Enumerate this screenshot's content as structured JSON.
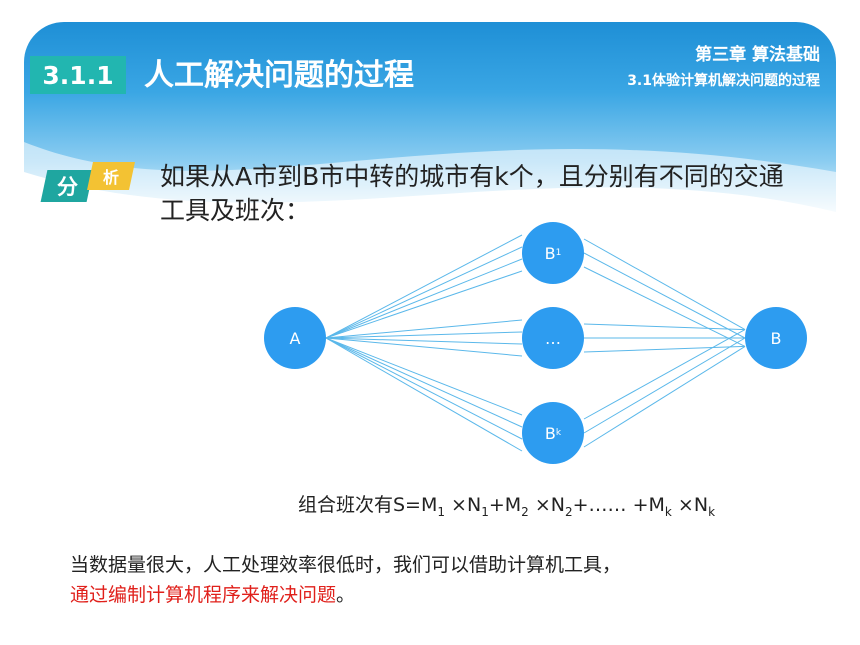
{
  "header": {
    "section_number": "3.1.1",
    "section_title": "人工解决问题的过程",
    "chapter": "第三章  算法基础",
    "subsection": "3.1体验计算机解决问题的过程"
  },
  "badge": {
    "part1": "分",
    "part2": "析"
  },
  "intro_text": "如果从A市到B市中转的城市有k个，且分别有不同的交通工具及班次：",
  "diagram": {
    "source": "A",
    "target": "B",
    "middle_top": "B",
    "middle_top_sub": "1",
    "middle_ellipsis": "…",
    "middle_bottom": "B",
    "middle_bottom_sub": "k"
  },
  "formula": {
    "prefix": "组合班次有S=M",
    "m1": "1",
    "times1": " ×N",
    "n1": "1",
    "plus1": "+M",
    "m2": "2",
    "times2": " ×N",
    "n2": "2",
    "ellipsis": "+…… +M",
    "mk": "k",
    "times3": " ×N",
    "nk": "k"
  },
  "conclusion": {
    "line1": "当数据量很大，人工处理效率很低时，我们可以借助计算机工具，",
    "line2_red": "通过编制计算机程序来解决问题",
    "line2_end": "。"
  },
  "colors": {
    "banner": "#1e8fd6",
    "section_badge": "#22b6b0",
    "node": "#2d9cf0",
    "edge": "#5bb8ea",
    "highlight": "#e0201b",
    "badge_yellow": "#f3c233"
  }
}
